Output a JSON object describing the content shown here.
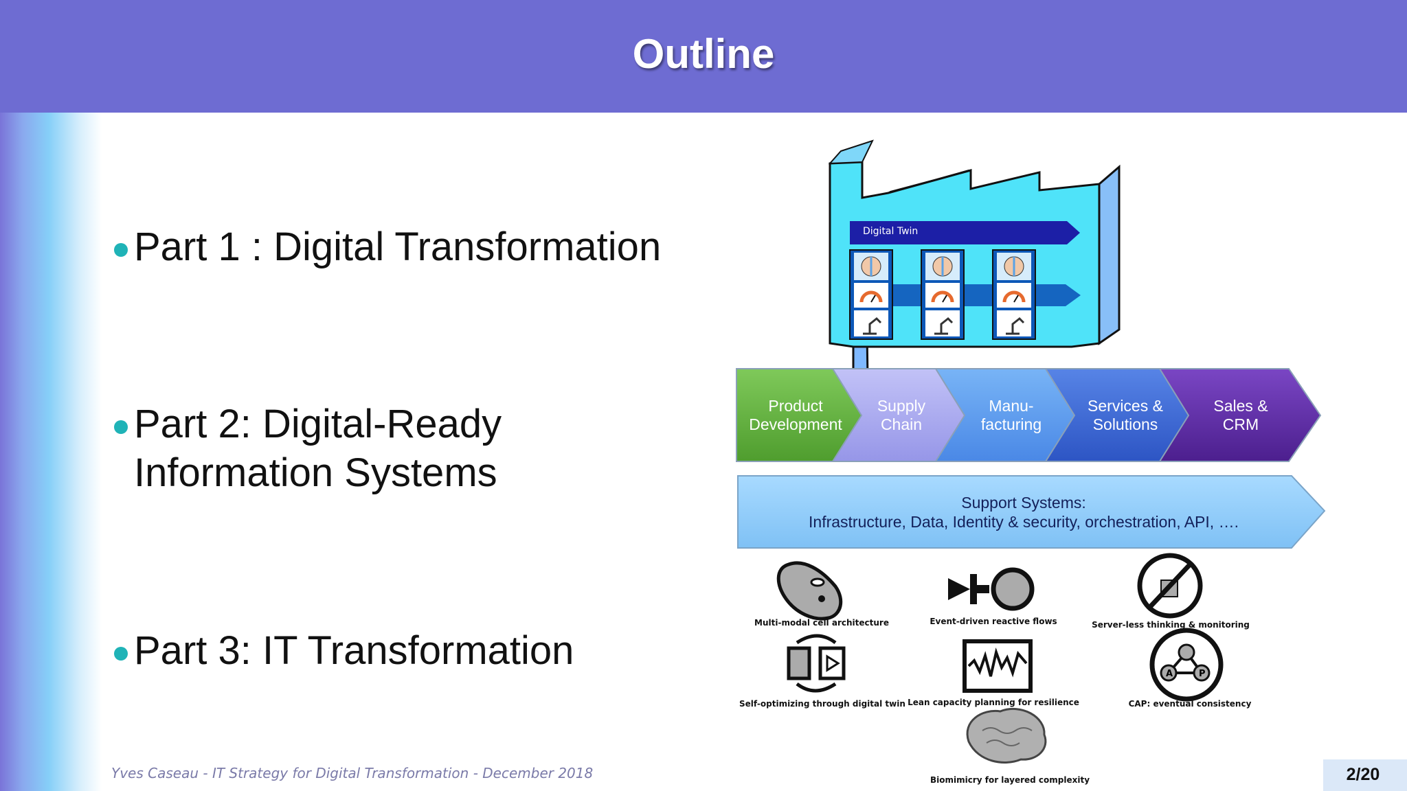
{
  "slide": {
    "title": "Outline",
    "parts": [
      {
        "label": "Part 1 : Digital Transformation"
      },
      {
        "label_line1": "Part 2:  Digital-Ready",
        "label_line2": "Information Systems"
      },
      {
        "label": "Part 3:  IT Transformation"
      }
    ],
    "footer": "Yves Caseau  - IT Strategy for Digital Transformation - December 2018",
    "page_number": "2/20"
  },
  "factory": {
    "digital_twin_label": "Digital Twin",
    "colors": {
      "building": "#4fe3f9",
      "banner": "#1c1fa6",
      "flow": "#1565c0"
    }
  },
  "value_chain": [
    {
      "line1": "Product",
      "line2": "Development",
      "color": "#62b43a"
    },
    {
      "line1": "Supply",
      "line2": "Chain",
      "color": "#a9aaf0"
    },
    {
      "line1": "Manu-",
      "line2": "facturing",
      "color": "#5a9cf0"
    },
    {
      "line1": "Services &",
      "line2": "Solutions",
      "color": "#3e6ad8"
    },
    {
      "line1": "Sales &",
      "line2": "CRM",
      "color": "#5a2aa0"
    }
  ],
  "support_systems": {
    "line1": "Support Systems:",
    "line2": "Infrastructure, Data, Identity & security, orchestration, API, ….",
    "color": "#90cdf9"
  },
  "principles": [
    {
      "label": "Multi-modal cell architecture",
      "icon": "cell-icon"
    },
    {
      "label": "Event-driven reactive flows",
      "icon": "event-flow-icon"
    },
    {
      "label": "Server-less thinking & monitoring",
      "icon": "no-server-icon"
    },
    {
      "label": "Self-optimizing through digital twin",
      "icon": "twin-cycle-icon"
    },
    {
      "label": "Lean capacity planning for resilience",
      "icon": "capacity-chart-icon"
    },
    {
      "label": "CAP: eventual consistency",
      "icon": "cap-icon"
    },
    {
      "label": "Biomimicry for layered complexity",
      "icon": "brain-icon"
    }
  ]
}
